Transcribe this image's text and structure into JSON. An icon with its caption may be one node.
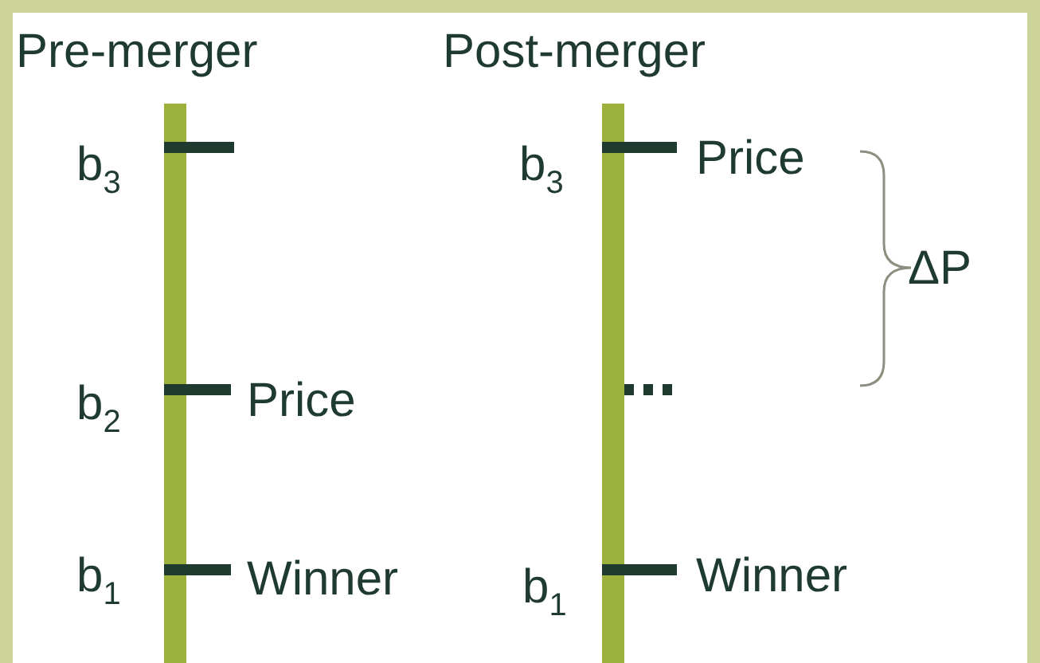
{
  "diagram": {
    "labels": [
      "Pre-merger",
      "Post-merger",
      "b$_{3}$",
      "b$_{2}$",
      "b$_{1}$",
      "Price",
      "Winner",
      "b$_{3}$",
      "Price",
      "b$_{1}$",
      "Winner",
      "ΔP"
    ]
  }
}
